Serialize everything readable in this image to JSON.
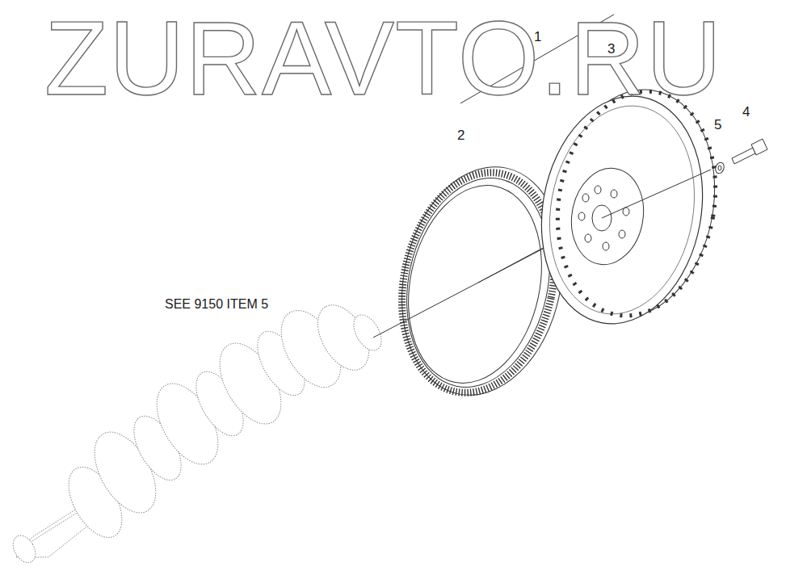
{
  "diagram": {
    "labels": [
      "ZURAVTO.RU",
      "1",
      "3",
      "2",
      "5",
      "4",
      "SEE 9150 ITEM 5"
    ]
  }
}
